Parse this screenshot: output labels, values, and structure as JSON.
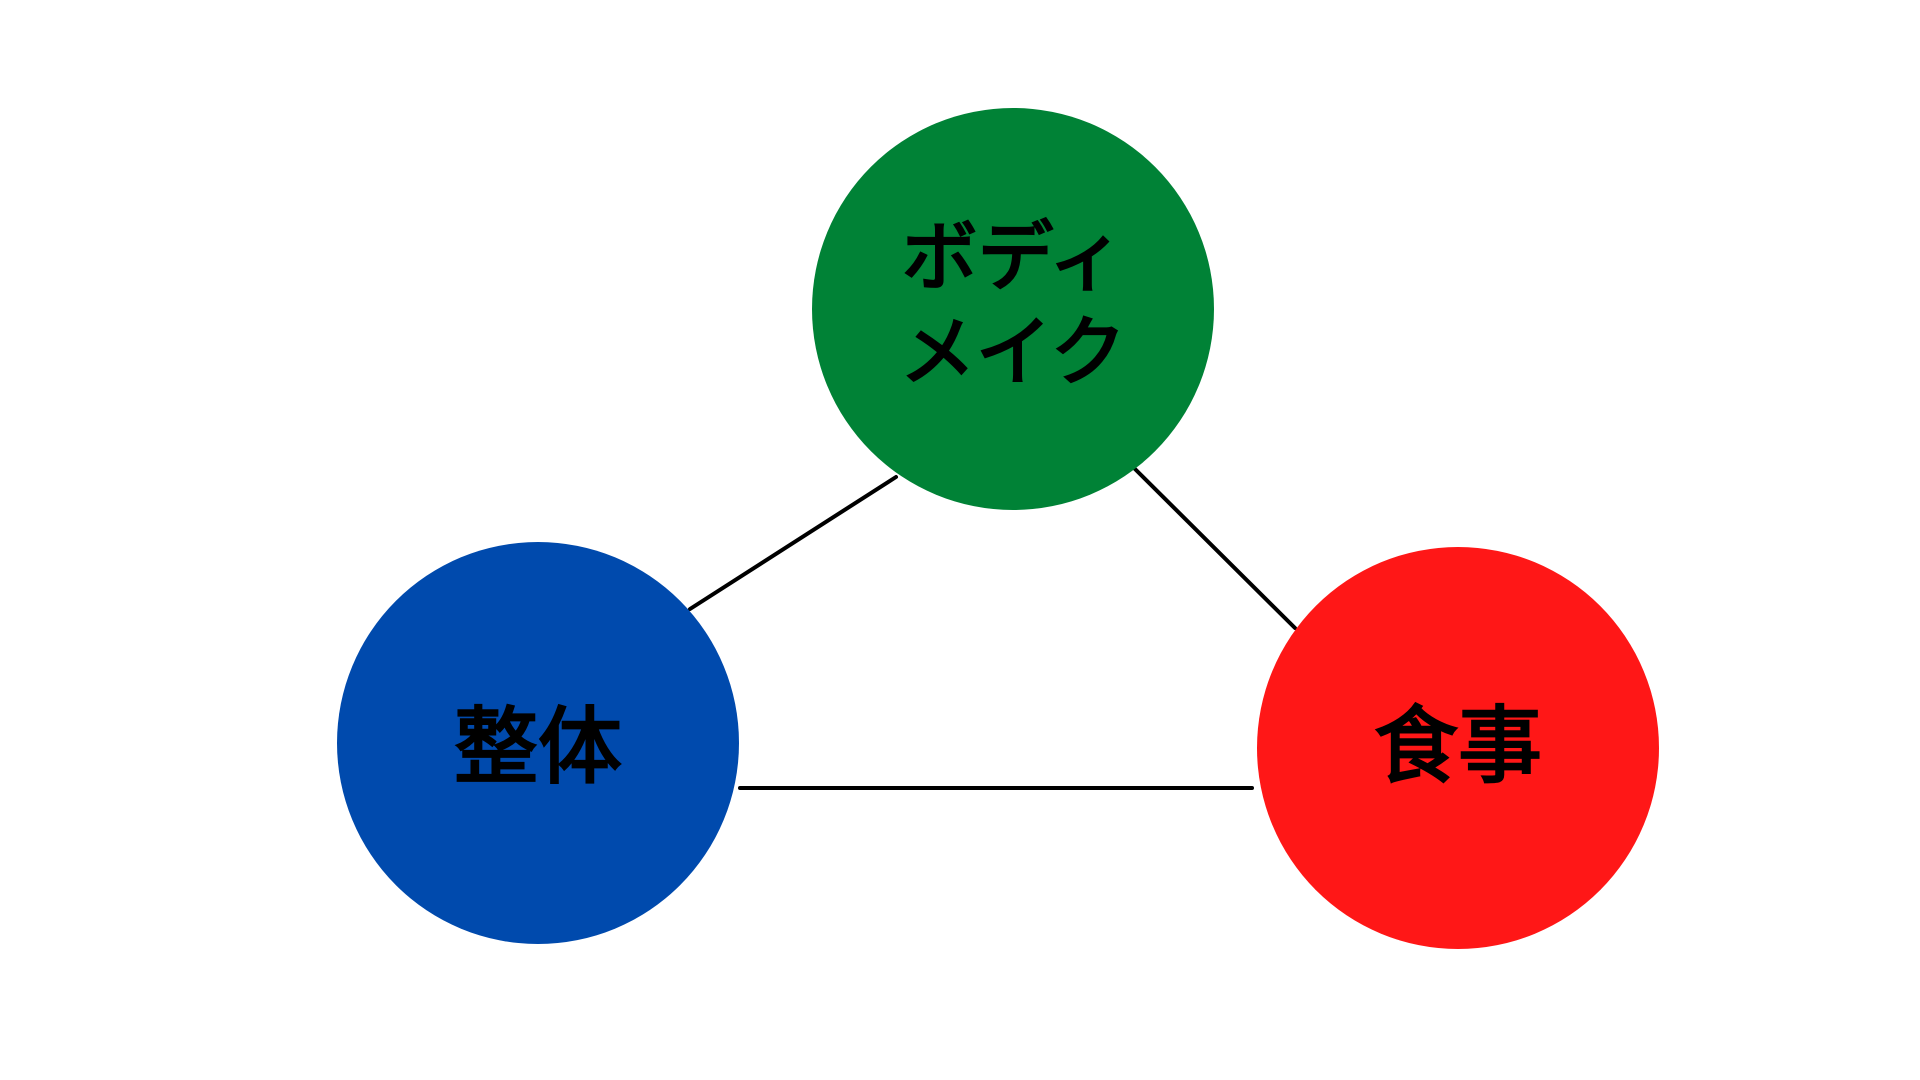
{
  "diagram": {
    "background": "#ffffff",
    "line_color": "#000000",
    "nodes": [
      {
        "id": "body-make",
        "label_line1": "ボディ",
        "label_line2": "メイク",
        "color": "#008236"
      },
      {
        "id": "seitai",
        "label": "整体",
        "color": "#004aad"
      },
      {
        "id": "shokuji",
        "label": "食事",
        "color": "#ff1717"
      }
    ]
  }
}
